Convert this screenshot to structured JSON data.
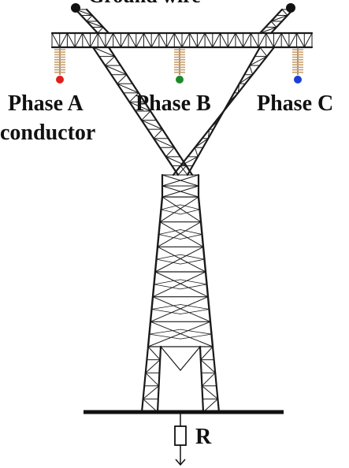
{
  "labels": {
    "top_partial": "Ground wire",
    "phase_a_line1": "Phase A",
    "phase_a_line2": "conductor",
    "phase_b": "Phase B",
    "phase_c": "Phase C",
    "resistor": "R"
  },
  "colors": {
    "phase_a": "#e0201b",
    "phase_b": "#1e8a2a",
    "phase_c": "#1b3fd6",
    "insulator": "#c8a070",
    "steel": "#1a1a1a"
  }
}
